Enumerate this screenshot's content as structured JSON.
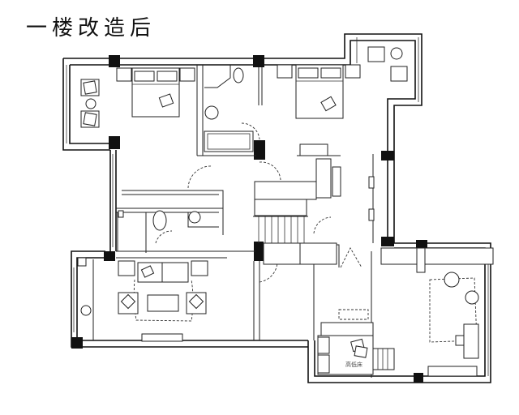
{
  "title": "一楼改造后",
  "plan": {
    "rooms": [
      {
        "id": "master-bedroom-left",
        "kind": "bedroom"
      },
      {
        "id": "bathroom",
        "kind": "bathroom"
      },
      {
        "id": "bedroom-right",
        "kind": "bedroom"
      },
      {
        "id": "guest-wc",
        "kind": "wc"
      },
      {
        "id": "stair-hall",
        "kind": "stairs"
      },
      {
        "id": "living-room",
        "kind": "living"
      },
      {
        "id": "study",
        "kind": "study"
      },
      {
        "id": "tatami-room",
        "kind": "tatami"
      }
    ],
    "labels": {
      "tatami": "高低床"
    },
    "colors": {
      "wall": "#111111",
      "column": "#111111",
      "background": "#ffffff"
    }
  }
}
